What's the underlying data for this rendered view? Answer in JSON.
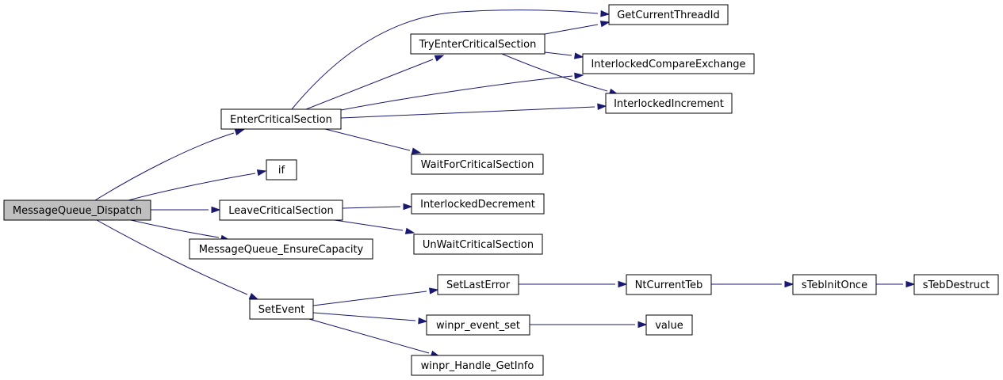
{
  "graph": {
    "nodes": {
      "message_queue_dispatch": "MessageQueue_Dispatch",
      "enter_critical_section": "EnterCriticalSection",
      "if": "if",
      "leave_critical_section": "LeaveCriticalSection",
      "message_queue_ensure_capacity": "MessageQueue_EnsureCapacity",
      "set_event": "SetEvent",
      "get_current_thread_id": "GetCurrentThreadId",
      "try_enter_critical_section": "TryEnterCriticalSection",
      "interlocked_compare_exchange": "InterlockedCompareExchange",
      "interlocked_increment": "InterlockedIncrement",
      "wait_for_critical_section": "WaitForCriticalSection",
      "interlocked_decrement": "InterlockedDecrement",
      "un_wait_critical_section": "UnWaitCriticalSection",
      "set_last_error": "SetLastError",
      "nt_current_teb": "NtCurrentTeb",
      "s_teb_init_once": "sTebInitOnce",
      "s_teb_destruct": "sTebDestruct",
      "winpr_event_set": "winpr_event_set",
      "value": "value",
      "winpr_handle_get_info": "winpr_Handle_GetInfo"
    },
    "edges": [
      [
        "message_queue_dispatch",
        "enter_critical_section"
      ],
      [
        "message_queue_dispatch",
        "if"
      ],
      [
        "message_queue_dispatch",
        "leave_critical_section"
      ],
      [
        "message_queue_dispatch",
        "message_queue_ensure_capacity"
      ],
      [
        "message_queue_dispatch",
        "set_event"
      ],
      [
        "enter_critical_section",
        "get_current_thread_id"
      ],
      [
        "enter_critical_section",
        "try_enter_critical_section"
      ],
      [
        "enter_critical_section",
        "interlocked_compare_exchange"
      ],
      [
        "enter_critical_section",
        "interlocked_increment"
      ],
      [
        "enter_critical_section",
        "wait_for_critical_section"
      ],
      [
        "try_enter_critical_section",
        "get_current_thread_id"
      ],
      [
        "try_enter_critical_section",
        "interlocked_compare_exchange"
      ],
      [
        "try_enter_critical_section",
        "interlocked_increment"
      ],
      [
        "leave_critical_section",
        "interlocked_decrement"
      ],
      [
        "leave_critical_section",
        "un_wait_critical_section"
      ],
      [
        "set_event",
        "set_last_error"
      ],
      [
        "set_event",
        "winpr_event_set"
      ],
      [
        "set_event",
        "winpr_handle_get_info"
      ],
      [
        "set_last_error",
        "nt_current_teb"
      ],
      [
        "nt_current_teb",
        "s_teb_init_once"
      ],
      [
        "s_teb_init_once",
        "s_teb_destruct"
      ],
      [
        "winpr_event_set",
        "value"
      ]
    ]
  }
}
